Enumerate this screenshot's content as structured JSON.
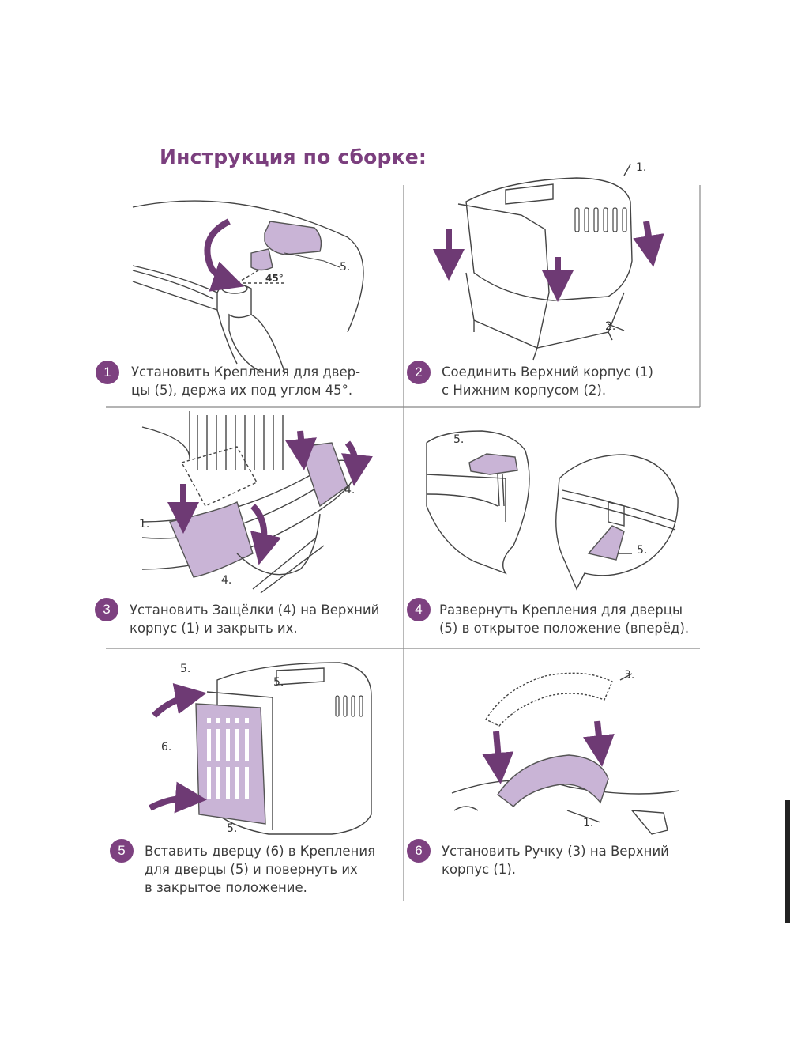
{
  "title": "Инструкция по сборке:",
  "steps": [
    {
      "number": "1",
      "lines": [
        "Установить Крепления для двер-",
        "цы (5), держа их под углом 45°."
      ],
      "labels": [
        "5.",
        "45°"
      ]
    },
    {
      "number": "2",
      "lines": [
        "Соединить Верхний корпус (1)",
        "с Нижним корпусом (2)."
      ],
      "labels": [
        "1.",
        "2."
      ]
    },
    {
      "number": "3",
      "lines": [
        "Установить Защёлки (4) на Верхний",
        "корпус (1) и закрыть их."
      ],
      "labels": [
        "1.",
        "4.",
        "4."
      ]
    },
    {
      "number": "4",
      "lines": [
        "Развернуть Крепления для дверцы",
        "(5)  в открытое положение (вперёд)."
      ],
      "labels": [
        "5.",
        "5."
      ]
    },
    {
      "number": "5",
      "lines": [
        "Вставить дверцу (6) в Крепления",
        "для дверцы (5) и повернуть их",
        "в закрытое положение."
      ],
      "labels": [
        "5.",
        "5.",
        "6.",
        "5."
      ]
    },
    {
      "number": "6",
      "lines": [
        "Установить  Ручку (3) на Верхний",
        "корпус (1)."
      ],
      "labels": [
        "3.",
        "1."
      ]
    }
  ],
  "colors": {
    "accent": "#7d4180",
    "part_fill": "#c9b4d6",
    "arrow": "#6e3a74",
    "line": "#555555"
  }
}
